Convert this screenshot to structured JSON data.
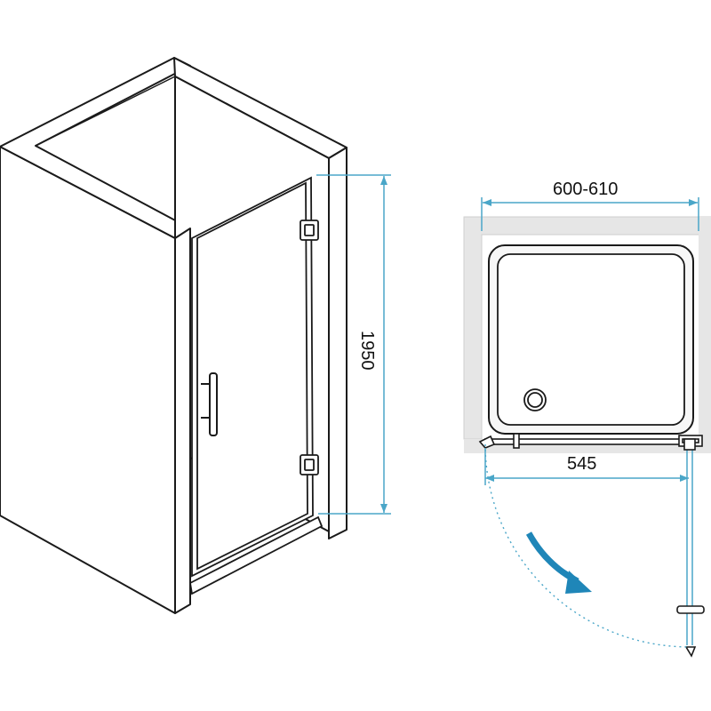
{
  "dimensions": {
    "height": "1950",
    "enclosure_width": "600-610",
    "door_width": "545"
  },
  "colors": {
    "outline": "#1a1a1a",
    "dimension_line": "#4aa6c8",
    "swing_arrow": "#1f86b8",
    "wall_fill": "#e6e6e6",
    "tray_fill": "#f7f7f7"
  },
  "icons": {
    "swing_direction": "curved-arrow-icon",
    "drain": "drain-icon",
    "hinge": "hinge-icon",
    "handle": "handle-icon"
  }
}
